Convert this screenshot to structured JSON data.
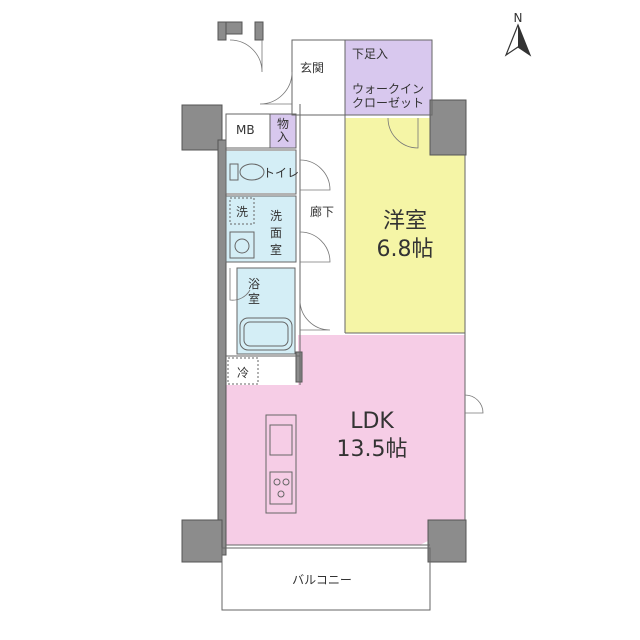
{
  "compass": {
    "label": "N"
  },
  "rooms": {
    "genkan": "玄関",
    "shoe_storage_small": "下足入",
    "walk_in_closet_line1": "ウォークイン",
    "walk_in_closet_line2": "クローゼット",
    "mb": "MB",
    "storage_line1": "物",
    "storage_line2": "入",
    "toilet": "トイレ",
    "washer": "洗",
    "washroom_line1": "洗",
    "washroom_line2": "面",
    "washroom_line3": "室",
    "bath_line1": "浴",
    "bath_line2": "室",
    "hallway": "廊下",
    "western_room_name": "洋室",
    "western_room_size": "6.8帖",
    "fridge": "冷",
    "ldk_name": "LDK",
    "ldk_size": "13.5帖",
    "balcony": "バルコニー"
  },
  "colors": {
    "western_room": "#f5f5a6",
    "ldk": "#f6cde6",
    "walk_in_closet": "#d8c8ee",
    "storage": "#d8c8ee",
    "wet_area": "#d4eef6",
    "wall": "#8c8c8c"
  }
}
